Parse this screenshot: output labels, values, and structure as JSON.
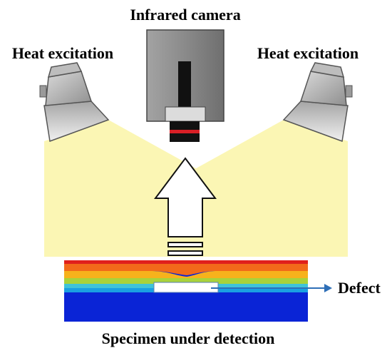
{
  "labels": {
    "camera": "Infrared camera",
    "heat_left": "Heat excitation",
    "heat_right": "Heat excitation",
    "defect": "Defect",
    "specimen": "Specimen under detection"
  },
  "colors": {
    "light_cone": "#fbf6b4",
    "camera_body": "#8c8c8c",
    "lens_black": "#111111",
    "lens_red": "#d81f26",
    "lamp_gray": "#c9c9c9",
    "arrow_blue": "#2e6fb7",
    "specimen_layers": [
      "#e0201c",
      "#f26a1a",
      "#f7b21c",
      "#a9d23b",
      "#3fc3d9",
      "#1aa0e2",
      "#0a24d6"
    ]
  },
  "icons": {
    "camera": "infrared-camera-icon",
    "lamp_left": "heat-lamp-icon",
    "lamp_right": "heat-lamp-icon",
    "arrow": "up-arrow-icon"
  }
}
